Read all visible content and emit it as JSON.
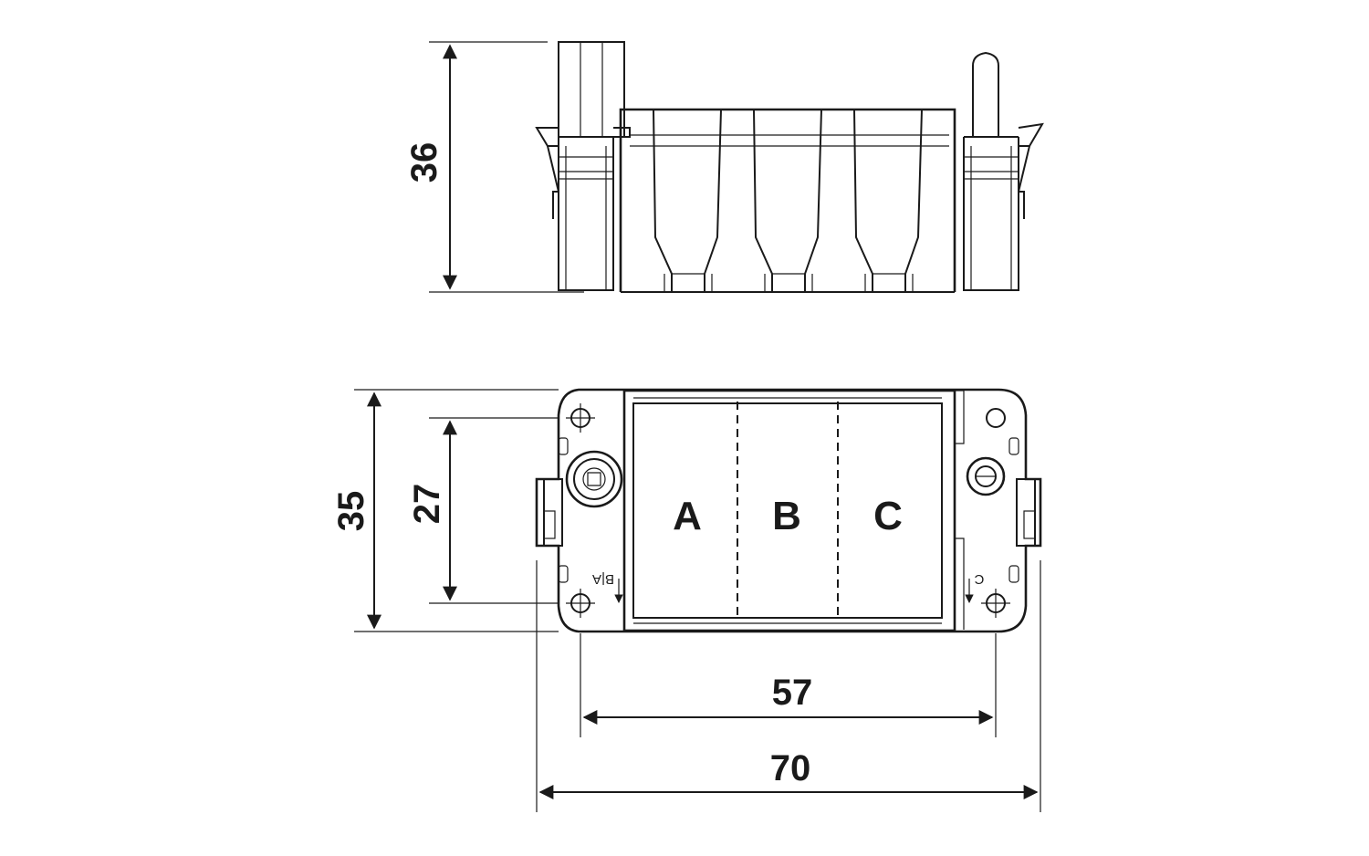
{
  "dimensions": {
    "side_height": "36",
    "top_outer_height": "35",
    "top_inner_height": "27",
    "inner_width": "57",
    "outer_width": "70"
  },
  "slots": {
    "a": "A",
    "b": "B",
    "c": "C"
  },
  "markings": {
    "left": "B|A",
    "right": "C"
  }
}
